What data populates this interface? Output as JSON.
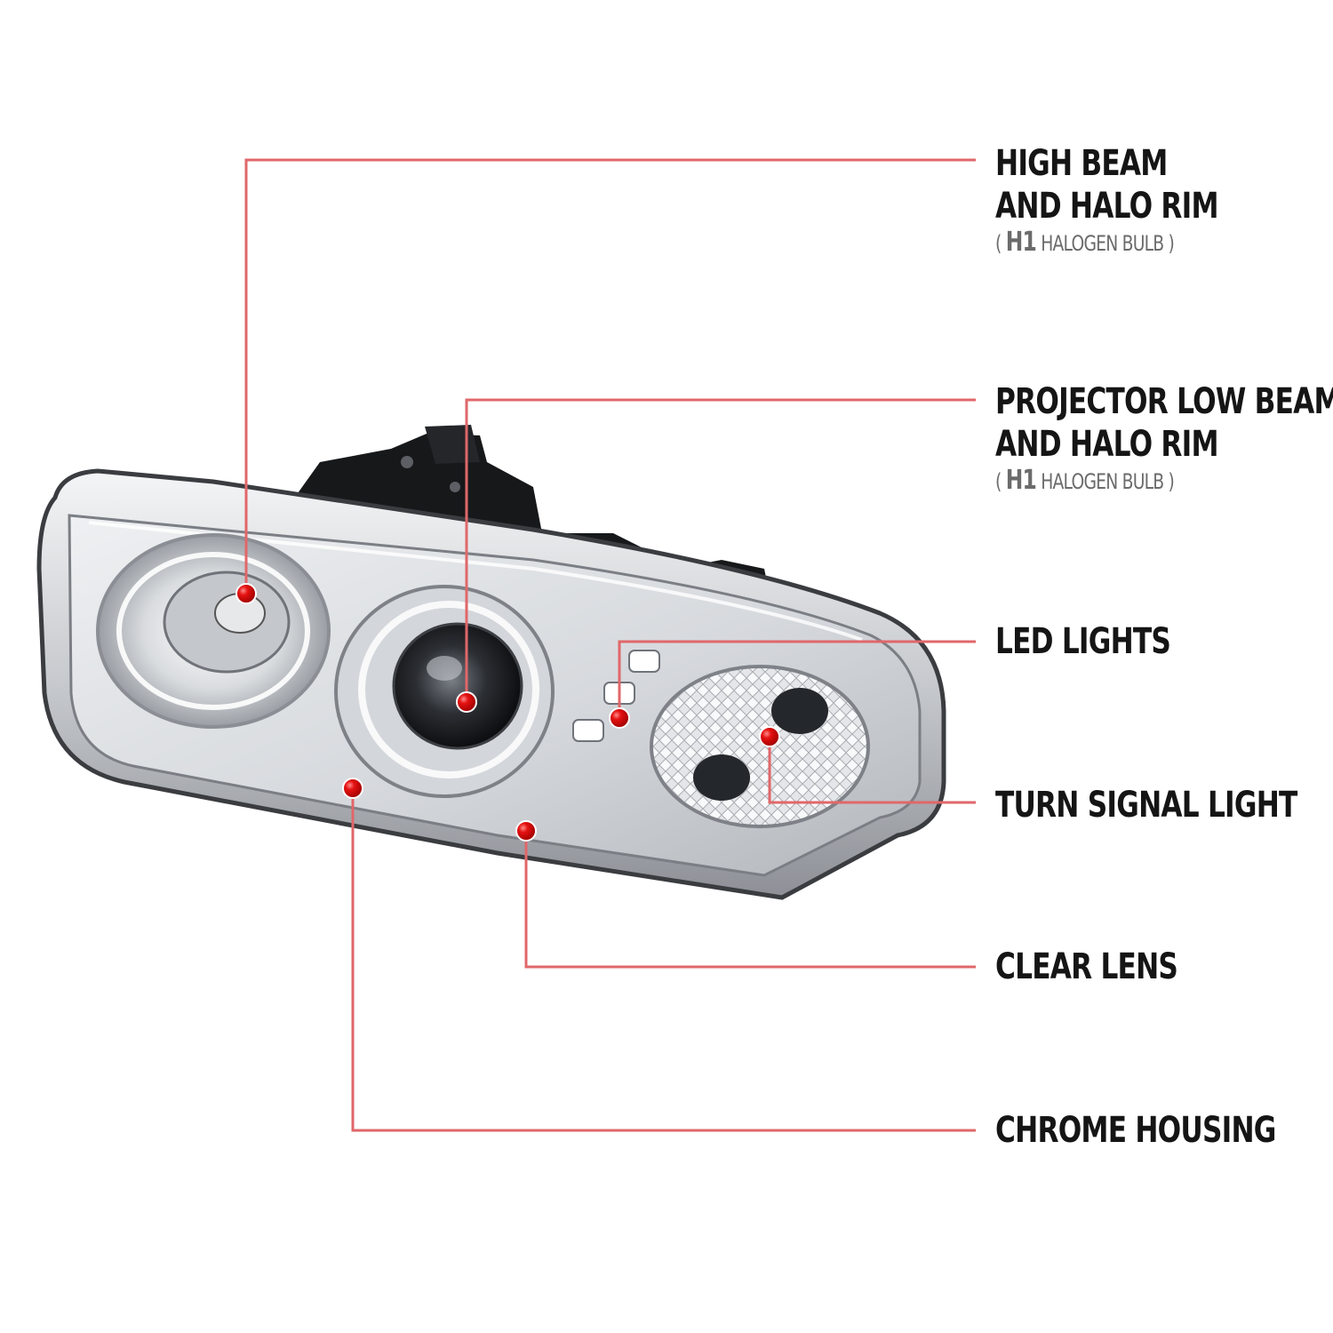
{
  "colors": {
    "leader_line": "#e0676a",
    "dot": "#e01010",
    "label_text": "#151515",
    "sub_text": "#6b6b6b",
    "chrome": "#c9ccd0"
  },
  "callouts": [
    {
      "id": "high-beam",
      "lines": [
        "HIGH BEAM",
        "AND HALO RIM"
      ],
      "sub": {
        "open": "(",
        "h1": "H1",
        "rest": "HALOGEN BULB",
        "close": ")"
      }
    },
    {
      "id": "projector-low-beam",
      "lines": [
        "PROJECTOR LOW BEAM",
        "AND HALO RIM"
      ],
      "sub": {
        "open": "(",
        "h1": "H1",
        "rest": "HALOGEN BULB",
        "close": ")"
      }
    },
    {
      "id": "led-lights",
      "lines": [
        "LED LIGHTS"
      ]
    },
    {
      "id": "turn-signal-light",
      "lines": [
        "TURN SIGNAL LIGHT"
      ]
    },
    {
      "id": "clear-lens",
      "lines": [
        "CLEAR LENS"
      ]
    },
    {
      "id": "chrome-housing",
      "lines": [
        "CHROME HOUSING"
      ]
    }
  ]
}
